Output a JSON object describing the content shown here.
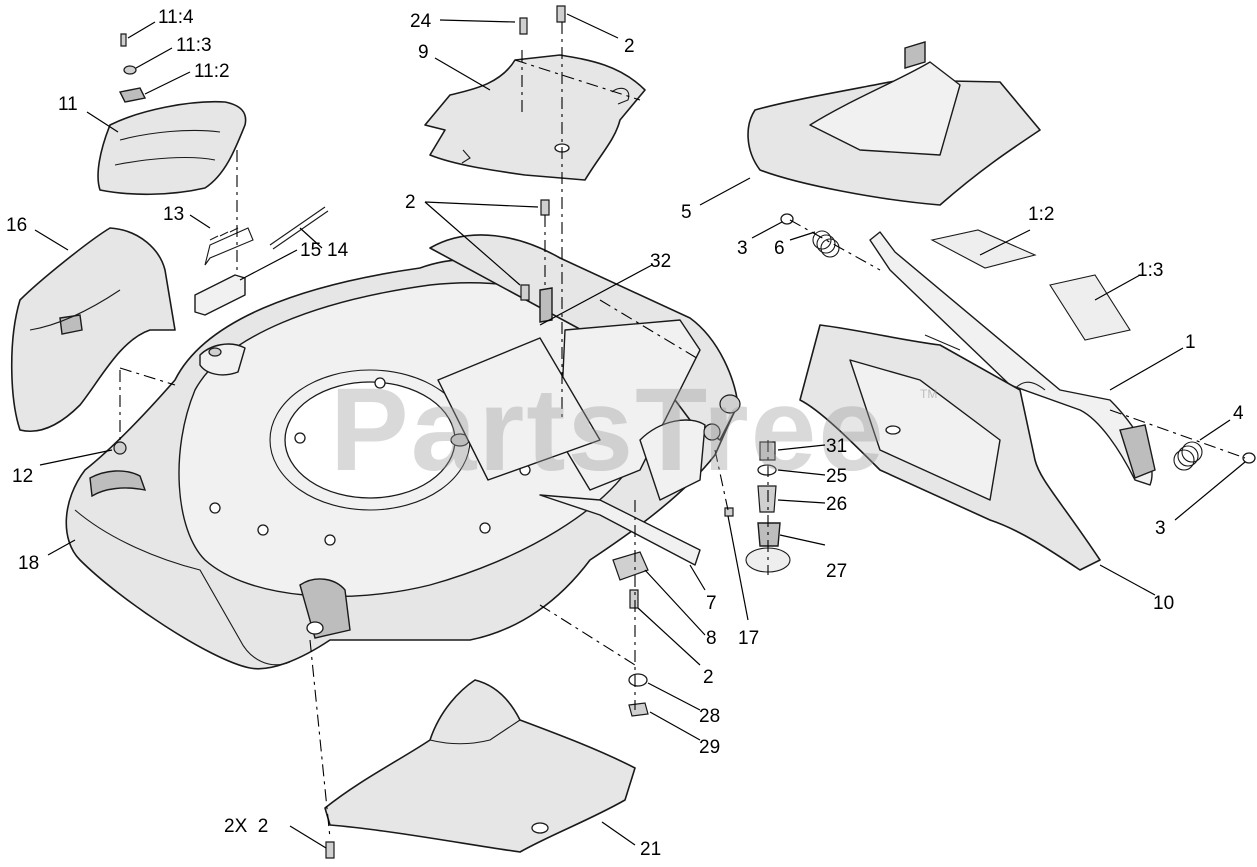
{
  "watermark": {
    "text": "PartsTree",
    "trademark": "TM"
  },
  "callouts": {
    "c11_4": "11:4",
    "c11_3": "11:3",
    "c11_2": "11:2",
    "c11": "11",
    "c13": "13",
    "c14": "14",
    "c15": "15",
    "c16": "16",
    "c12": "12",
    "c18": "18",
    "c24": "24",
    "c2_top": "2",
    "c9": "9",
    "c2_mid": "2",
    "c32": "32",
    "c5": "5",
    "c3_left": "3",
    "c6": "6",
    "c1_2": "1:2",
    "c1_3": "1:3",
    "c1": "1",
    "c4": "4",
    "c3_right": "3",
    "c10": "10",
    "c31": "31",
    "c25": "25",
    "c26": "26",
    "c27": "27",
    "c7": "7",
    "c8": "8",
    "c17": "17",
    "c2_low": "2",
    "c28": "28",
    "c29": "29",
    "c2x2": "2X  2",
    "c21": "21"
  }
}
